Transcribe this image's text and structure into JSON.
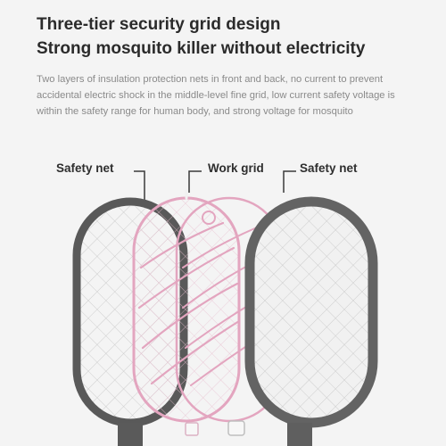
{
  "headline": {
    "line1": "Three-tier security grid design",
    "line2": "Strong mosquito killer without electricity"
  },
  "description": {
    "line1": "Two layers of insulation protection nets in front and back, no current to prevent",
    "line2": "accidental electric shock in the middle-level fine grid, low current safety voltage is",
    "line3": "within the safety range for human body, and strong voltage for mosquito"
  },
  "labels": {
    "left": "Safety net",
    "middle": "Work grid",
    "right": "Safety net"
  },
  "colors": {
    "background": "#f4f4f4",
    "frame_gray": "#5c5c5c",
    "work_grid_pink": "#e7aac3",
    "mesh_line": "#bdbdbd",
    "leader_line": "#3a3a3a"
  },
  "icons": {
    "front_net": "racket-safety-net-front",
    "work_grid": "racket-work-grid",
    "back_net": "racket-safety-net-back"
  }
}
